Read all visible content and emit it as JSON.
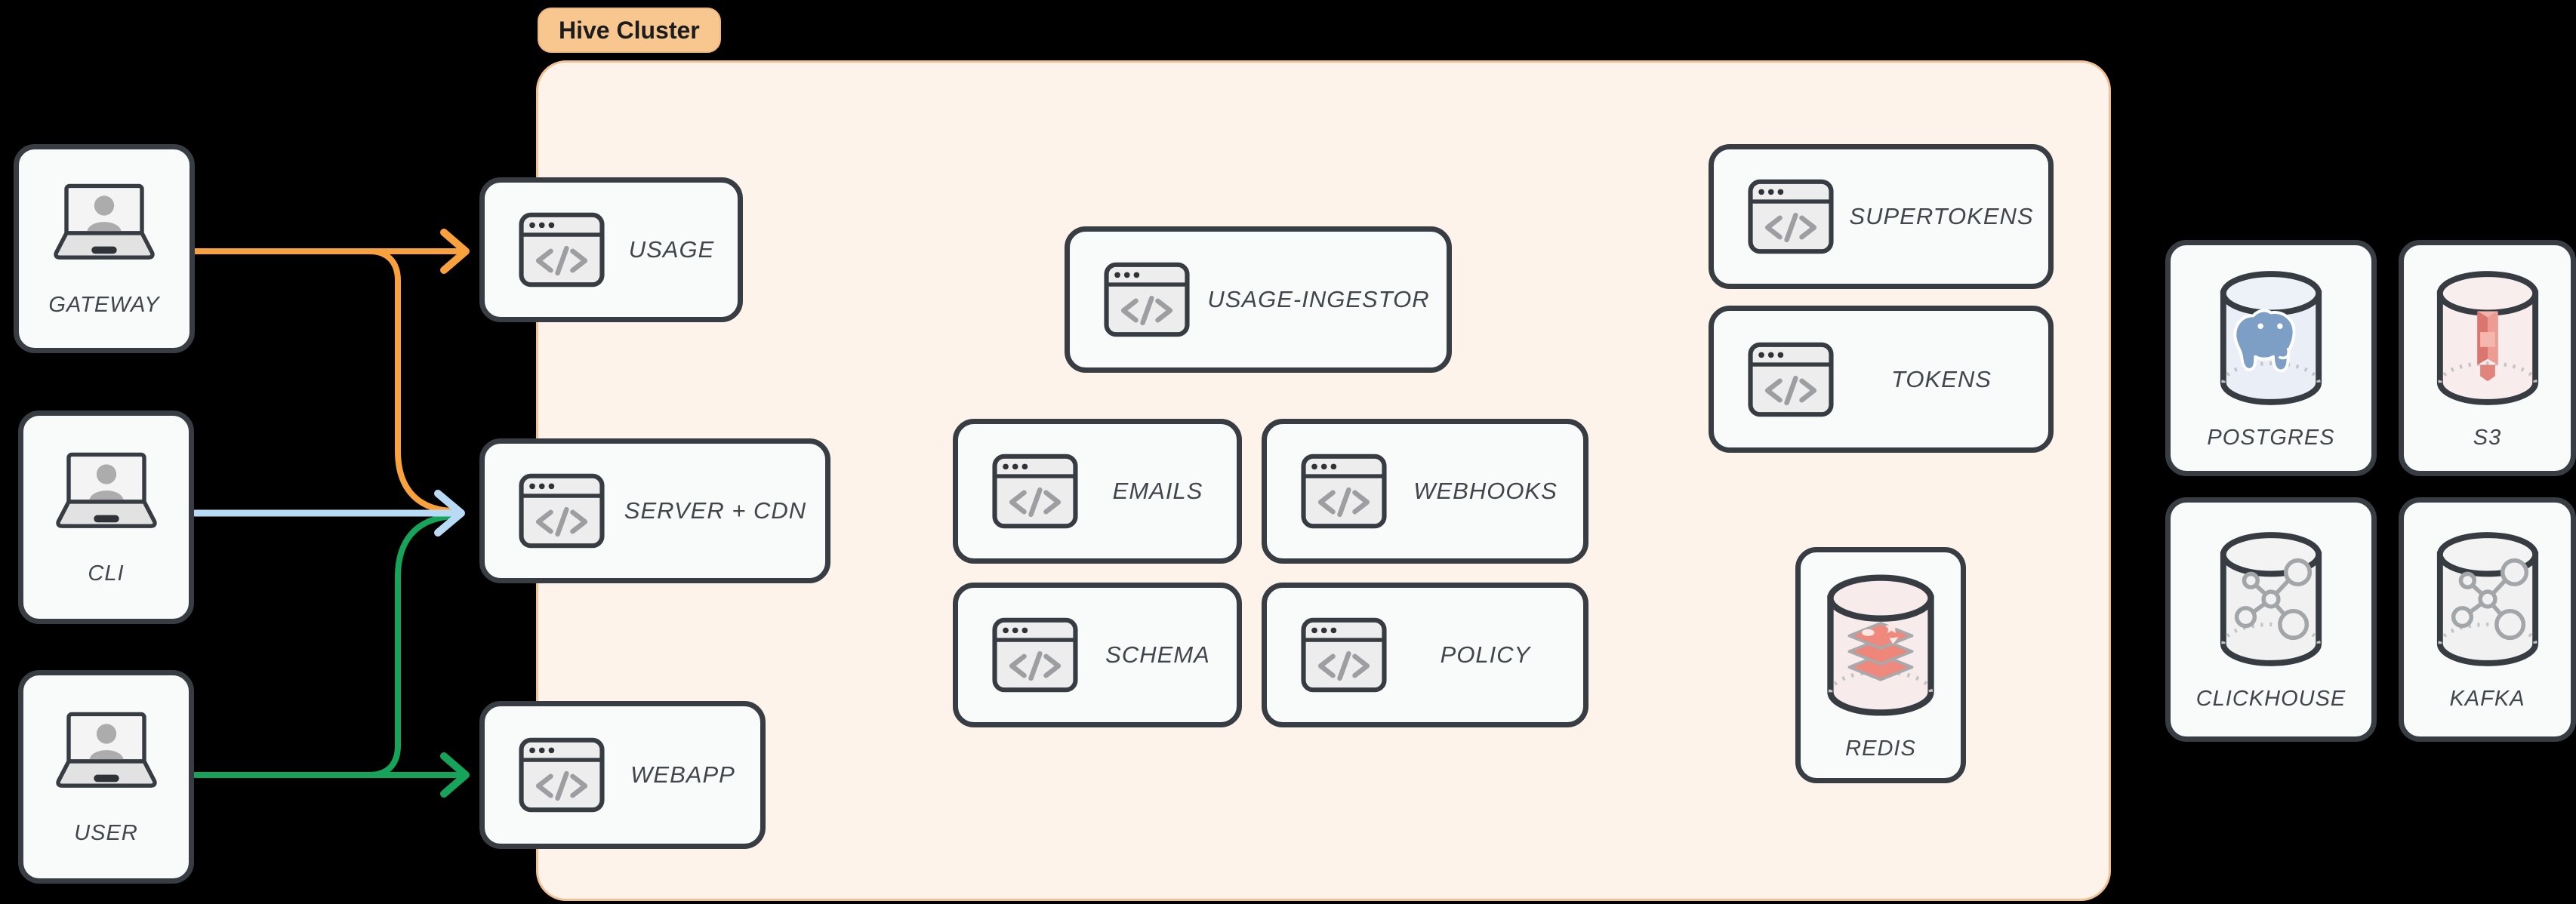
{
  "cluster": {
    "label": "Hive Cluster"
  },
  "nodes": {
    "gateway": {
      "label": "GATEWAY",
      "icon": "laptop-user"
    },
    "cli": {
      "label": "CLI",
      "icon": "laptop-user"
    },
    "user": {
      "label": "USER",
      "icon": "laptop-user"
    },
    "usage": {
      "label": "USAGE",
      "icon": "code-window"
    },
    "server_cdn": {
      "label": "SERVER + CDN",
      "icon": "code-window"
    },
    "webapp": {
      "label": "WEBAPP",
      "icon": "code-window"
    },
    "usage_ingestor": {
      "label": "USAGE-INGESTOR",
      "icon": "code-window"
    },
    "emails": {
      "label": "EMAILS",
      "icon": "code-window"
    },
    "webhooks": {
      "label": "WEBHOOKS",
      "icon": "code-window"
    },
    "schema": {
      "label": "SCHEMA",
      "icon": "code-window"
    },
    "policy": {
      "label": "POLICY",
      "icon": "code-window"
    },
    "supertokens": {
      "label": "SUPERTOKENS",
      "icon": "code-window"
    },
    "tokens": {
      "label": "TOKENS",
      "icon": "code-window"
    },
    "redis": {
      "label": "REDIS",
      "icon": "redis-cylinder"
    },
    "postgres": {
      "label": "POSTGRES",
      "icon": "postgres-cylinder"
    },
    "s3": {
      "label": "S3",
      "icon": "s3-cylinder"
    },
    "clickhouse": {
      "label": "CLICKHOUSE",
      "icon": "database-cylinder"
    },
    "kafka": {
      "label": "KAFKA",
      "icon": "database-cylinder"
    }
  },
  "arrows": [
    {
      "from": "GATEWAY",
      "to": "USAGE",
      "color": "orange"
    },
    {
      "from": "GATEWAY",
      "to": "SERVER + CDN",
      "color": "orange"
    },
    {
      "from": "CLI",
      "to": "SERVER + CDN",
      "color": "blue"
    },
    {
      "from": "USER",
      "to": "WEBAPP",
      "color": "green"
    },
    {
      "from": "USER",
      "to": "SERVER + CDN",
      "color": "green"
    }
  ],
  "colors": {
    "page-bg": "#000000",
    "cluster-bg": "#FDF3EA",
    "cluster-border": "#F1C195",
    "pill-bg": "#F7C78F",
    "pill-border": "#EDB87E",
    "card-bg": "#F9FAFA",
    "card-border": "#373D42",
    "label-color": "#40464B",
    "arrow-orange": "#F9A13C",
    "arrow-blue": "#B8DAF5",
    "arrow-green": "#16A45A",
    "icon-dark": "#363C41",
    "icon-panel": "#EDEDED",
    "icon-gray": "#9C9EA1",
    "redis-red": "#F0897D",
    "redis-cyl": "#F8EBEC",
    "postgres-blue": "#7D9FC6",
    "postgres-cyl": "#EAEFF7",
    "s3-red": "#E0847C",
    "s3-cyl": "#F8ECEC",
    "gray-cyl": "#F1F1F1",
    "molecule-gray": "#A3A6A9"
  }
}
